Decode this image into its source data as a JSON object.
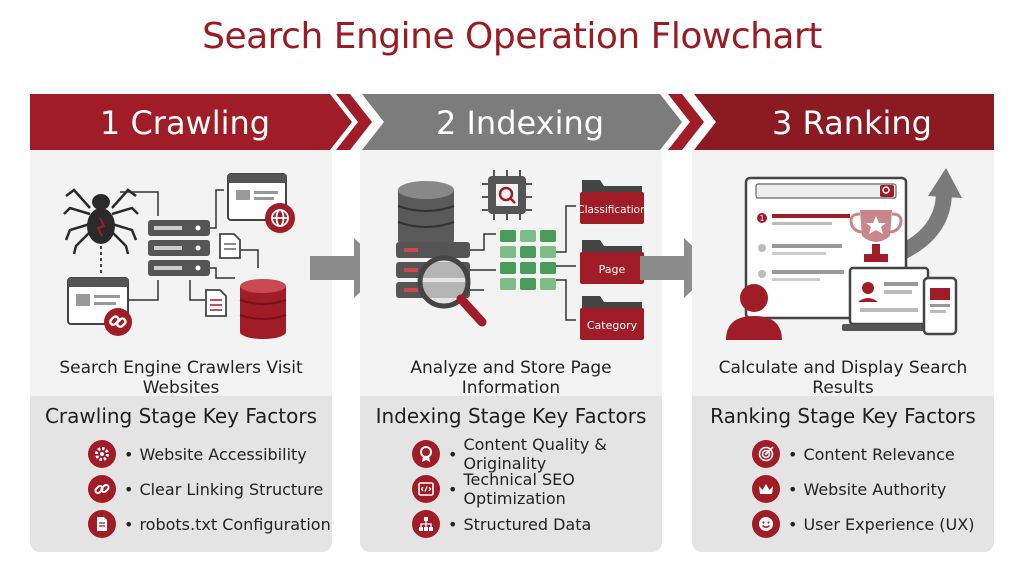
{
  "title": "Search Engine Operation Flowchart",
  "colors": {
    "accent": "#a01c26",
    "gray": "#7a7a7a",
    "dark_red": "#8b1a22"
  },
  "stages": [
    {
      "label": "1 Crawling",
      "caption": "Search Engine Crawlers Visit Websites",
      "factors_title": "Crawling Stage Key Factors",
      "factors": [
        {
          "icon": "gear-icon",
          "text": "Website Accessibility"
        },
        {
          "icon": "link-icon",
          "text": "Clear Linking Structure"
        },
        {
          "icon": "document-icon",
          "text": "robots.txt Configuration"
        }
      ]
    },
    {
      "label": "2 Indexing",
      "caption": "Analyze and Store Page Information",
      "factors_title": "Indexing Stage Key Factors",
      "folders": [
        "Classification",
        "Page",
        "Category"
      ],
      "factors": [
        {
          "icon": "award-icon",
          "text": "Content Quality & Originality"
        },
        {
          "icon": "code-icon",
          "text": "Technical SEO Optimization"
        },
        {
          "icon": "hierarchy-icon",
          "text": "Structured Data"
        }
      ]
    },
    {
      "label": "3 Ranking",
      "caption": "Calculate and Display Search Results",
      "factors_title": "Ranking Stage Key Factors",
      "result_number": "1",
      "factors": [
        {
          "icon": "target-icon",
          "text": "Content Relevance"
        },
        {
          "icon": "crown-icon",
          "text": "Website Authority"
        },
        {
          "icon": "smiley-icon",
          "text": "User Experience (UX)"
        }
      ]
    }
  ]
}
